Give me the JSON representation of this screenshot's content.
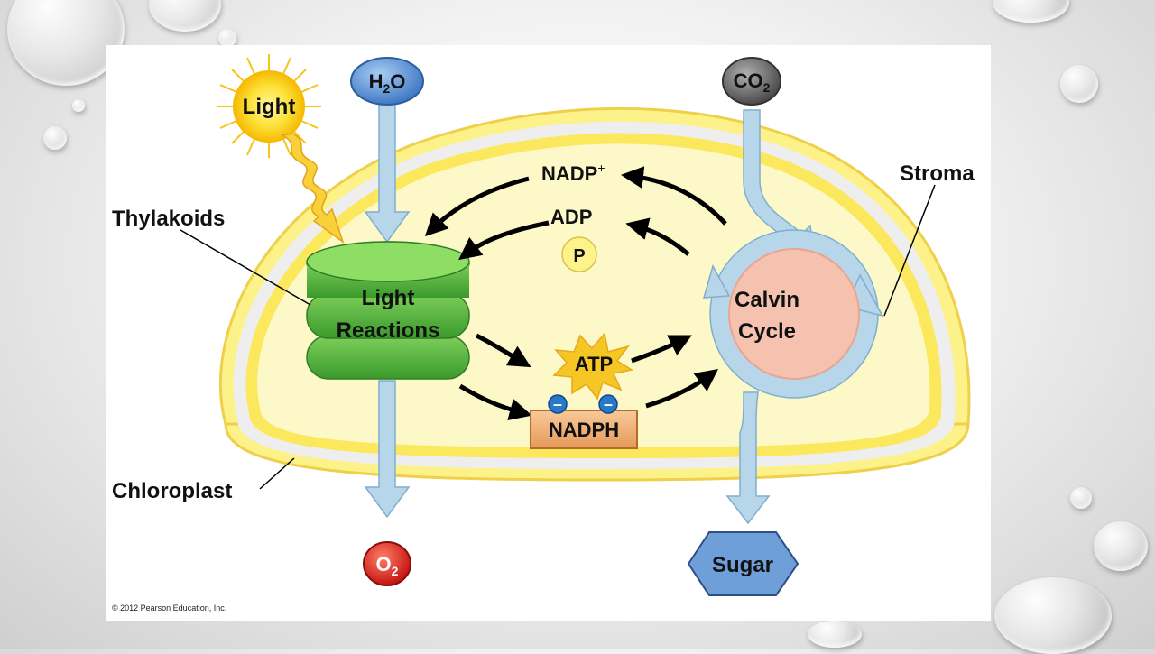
{
  "diagram": {
    "inputs": {
      "light": "Light",
      "water": {
        "main": "H",
        "sub": "2",
        "tail": "O"
      },
      "carbon_dioxide": {
        "main": "CO",
        "sub": "2"
      }
    },
    "outputs": {
      "oxygen": {
        "main": "O",
        "sub": "2"
      },
      "sugar": "Sugar"
    },
    "structures": {
      "thylakoids": "Thylakoids",
      "stroma": "Stroma",
      "chloroplast": "Chloroplast"
    },
    "light_reactions": {
      "line1": "Light",
      "line2": "Reactions"
    },
    "calvin_cycle": {
      "line1": "Calvin",
      "line2": "Cycle"
    },
    "molecules": {
      "nadp_plus": {
        "main": "NADP",
        "sup": "+"
      },
      "adp": "ADP",
      "phosphate": "P",
      "atp": "ATP",
      "nadph": "NADPH",
      "electron_sign": "–"
    },
    "colors": {
      "stroma_fill": "#fdf8c8",
      "membrane_outer": "#f7e36b",
      "thylakoid_green": "#4caf3a",
      "calvin_pink": "#f6c2b0",
      "flow_blue": "#b8d6ea",
      "water_blue": "#6b9fd6",
      "co2_gray": "#6f6f6f",
      "oxygen_red": "#e0302a",
      "sugar_blue": "#6f9fd8",
      "atp_yellow": "#f6c624",
      "nadph_orange": "#f3b27a"
    }
  },
  "copyright": "© 2012 Pearson Education, Inc."
}
